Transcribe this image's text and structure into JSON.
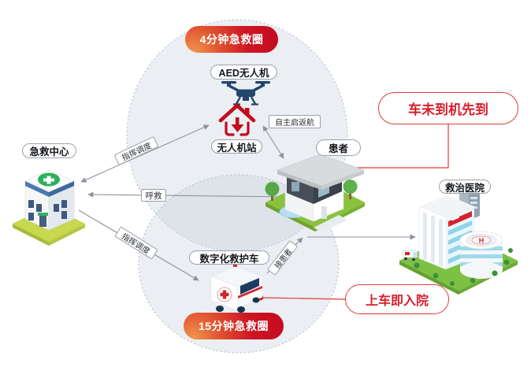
{
  "badges": {
    "top_circle": "4分钟急救圈",
    "bottom_circle": "15分钟急救圈"
  },
  "nodes": {
    "ems_center": "急救中心",
    "aed_drone": "AED无人机",
    "drone_station": "无人机站",
    "patient": "患者",
    "digital_ambulance": "数字化救护车",
    "hospital": "救治医院"
  },
  "edges": {
    "dispatch_to_station": "指挥调度",
    "dispatch_to_ambulance": "指挥调度",
    "call_for_help": "呼救",
    "auto_launch_return": "自主启返航",
    "pickup_patient": "接患者"
  },
  "callouts": {
    "drone_arrives_first": "车未到机先到",
    "board_equals_admission": "上车即入院"
  },
  "icons": {
    "helipad_letter": "H"
  },
  "colors": {
    "accent_red": "#d6232b",
    "badge_red": "#c40b20",
    "connector_red": "#e23b3b",
    "line_gray": "#8d939c",
    "circle_fill": "#ccd3dd",
    "lawn_green": "#7cc144",
    "drone_navy": "#23456e"
  }
}
